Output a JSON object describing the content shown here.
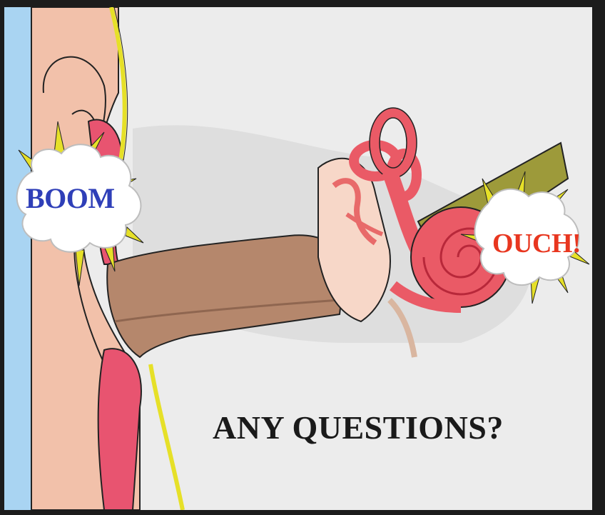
{
  "illustration": {
    "sound_burst_outer": "BOOM",
    "sound_burst_inner": "OUCH!",
    "caption": "ANY QUESTIONS?"
  },
  "colors": {
    "boom_text": "#2f3fb8",
    "ouch_text": "#e8361f",
    "skin": "#f0bfa8",
    "canal": "#b5876c",
    "cochlea": "#ea5a66",
    "nerve": "#9d9a3a",
    "spike": "#e6e028",
    "background": "#ececec",
    "left_band": "#a9d4f2"
  }
}
